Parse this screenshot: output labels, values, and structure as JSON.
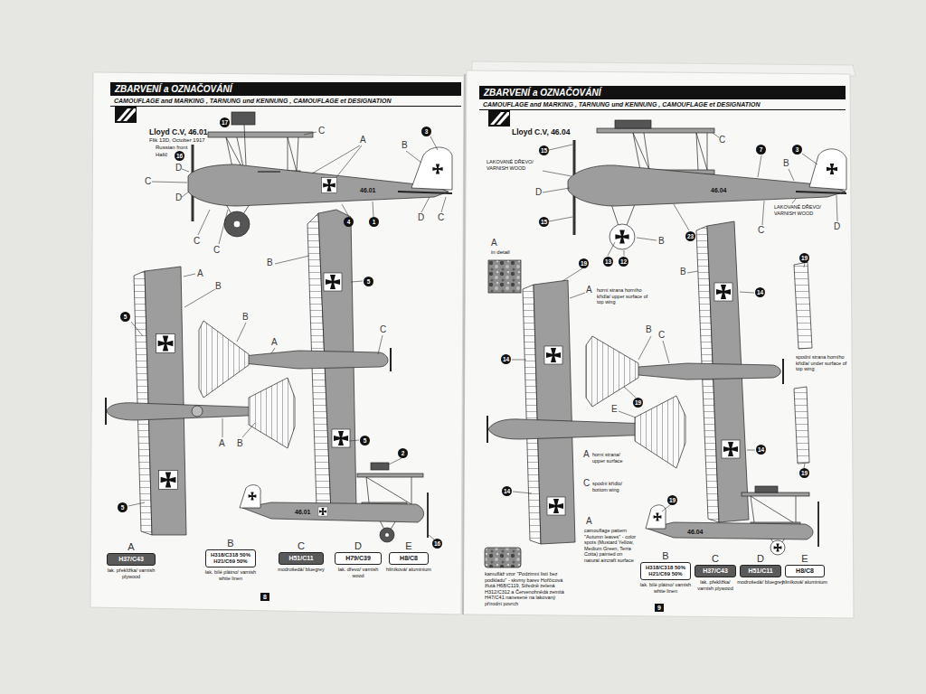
{
  "diagram": {
    "nodes": [
      {
        "text": [
          "ZBARVENÍ a OZNAČOVÁNÍ",
          "CAMOUFLAGE and MARKING , TARNUNG und KENNUNG , CAMOUFLAGE et DESIGNATION"
        ]
      },
      {
        "text": [
          "A",
          "H37/C43",
          "lak. překližka/ varnish plywood"
        ]
      },
      {
        "text": [
          "B",
          "H318/C318 50% H21/C69 50%",
          "lak. bílé plátno/ varnish white linen"
        ]
      },
      {
        "text": [
          "C",
          "H51/C11",
          "modrošedá/ bluegrey"
        ]
      },
      {
        "text": [
          "D",
          "H79/C39",
          "lak. dřevo/ varnish wood"
        ]
      },
      {
        "text": [
          "E",
          "H8/C8",
          "hliníková/ aluminium"
        ]
      },
      {
        "text": [
          "ZBARVENÍ a OZNAČOVÁNÍ",
          "CAMOUFLAGE and MARKING , TARNUNG und KENNUNG , CAMOUFLAGE et DESIGNATION"
        ]
      },
      {
        "text": [
          "B",
          "H318/C318 50% H21/C69 50%",
          "lak. bílé plátno/ varnish white linen"
        ]
      },
      {
        "text": [
          "C",
          "H37/C43",
          "lak. překližka/ varnish plywood"
        ]
      },
      {
        "text": [
          "D",
          "H51/C11",
          "modrošedá/ bluegrey"
        ]
      },
      {
        "text": [
          "E",
          "H8/C8",
          "hliníková/ aluminium"
        ]
      }
    ],
    "labels": [
      "Lloyd C.V, 46.01",
      "Flik 13D, October 1917",
      "Russian front",
      "Halič",
      "17",
      "16",
      "D",
      "C",
      "D",
      "C",
      "C",
      "C",
      "A",
      "B",
      "3",
      "4",
      "1",
      "D",
      "C",
      "46.01",
      "B",
      "5",
      "A",
      "B",
      "5",
      "B",
      "A",
      "C",
      "A",
      "B",
      "5",
      "5",
      "2",
      "46.01",
      "16",
      "8",
      "Lloyd C.V, 46.04",
      "15",
      "C",
      "7",
      "3",
      "B",
      "LAKOVANÉ DŘEVO/ VARNISH WOOD",
      "D",
      "15",
      "B",
      "13",
      "12",
      "23",
      "C",
      "LAKOVANÉ DŘEVO/ VARNISH WOOD",
      "D",
      "46.04",
      "A",
      "in detail",
      "19",
      "A",
      "horní strana horního křídla/ upper surface of top wing",
      "14",
      "B",
      "14",
      "19",
      "B",
      "C",
      "19",
      "spodní strana horního křídla/ under surface of top wing",
      "E",
      "14",
      "19",
      "A",
      "horní strana/ upper surface",
      "C",
      "spodní křídlo/ bottom wing",
      "14",
      "19",
      "46.04",
      "A",
      "camouflage pattern \"Autumn leaves\" - color spots (Mustard Yellow, Medium Green, Terra Cotta) painted on natural aircraft surface",
      "kamufláž vzor \"Podzimní listí bez podkladu\" - skvrny barev Hořčicová žlutá H68/C119, Středně zelená H312/C312 a Červenohnědá zemitá H47/C41 nanesené na lakovaný přírodní povrch",
      "9"
    ]
  }
}
